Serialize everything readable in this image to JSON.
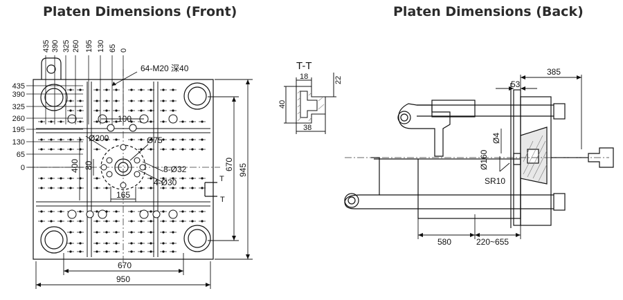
{
  "titles": {
    "front": "Platen Dimensions (Front)",
    "back": "Platen Dimensions (Back)"
  },
  "front": {
    "top_ticks": [
      "435",
      "390",
      "325",
      "260",
      "195",
      "130",
      "65",
      "0"
    ],
    "left_ticks": [
      "435",
      "390",
      "325",
      "260",
      "195",
      "130",
      "65",
      "0"
    ],
    "callouts": {
      "threads": "64-M20 深40",
      "d100": "100",
      "d200": "Ø200",
      "d75": "Ø75",
      "v400": "400",
      "v80": "80",
      "d32": "8-Ø32",
      "d30": "4-Ø30",
      "d165": "165",
      "h670": "670",
      "h945": "945",
      "w670": "670",
      "w950": "950",
      "t1": "T",
      "t2": "T"
    }
  },
  "section": {
    "title": "T-T",
    "w18": "18",
    "h22": "22",
    "h40": "40",
    "w38": "38"
  },
  "back": {
    "d385": "385",
    "d53": "53",
    "d4": "Ø4",
    "d160": "Ø160",
    "sr10": "SR10",
    "d580": "580",
    "d220": "220~655"
  }
}
